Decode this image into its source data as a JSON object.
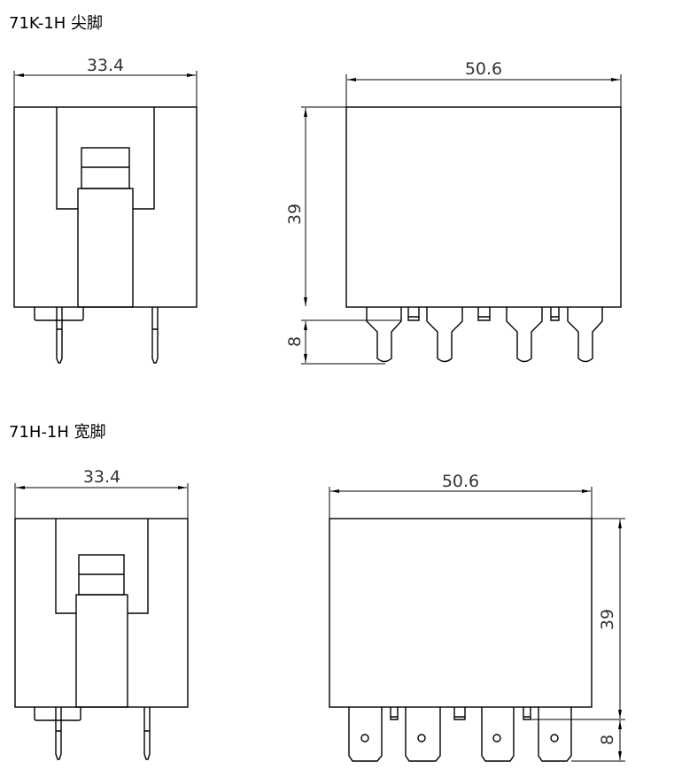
{
  "sections": [
    {
      "title": "71K-1H 尖脚",
      "side_width": "33.4",
      "front_width": "50.6",
      "body_height": "39",
      "pin_length": "8"
    },
    {
      "title": "71H-1H 宽脚",
      "side_width": "33.4",
      "front_width": "50.6",
      "body_height": "39",
      "pin_length": "8"
    }
  ]
}
